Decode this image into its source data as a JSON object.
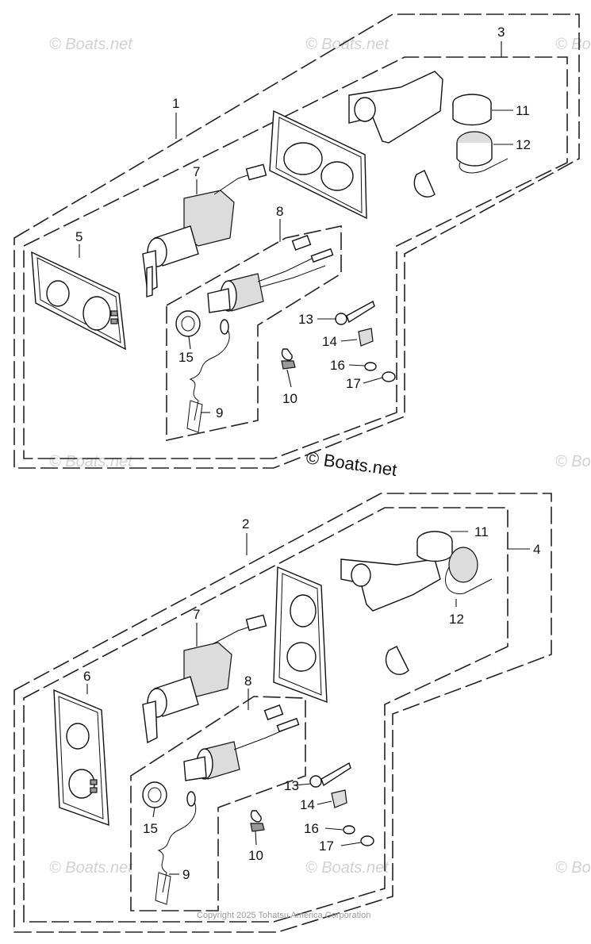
{
  "watermark": {
    "main": "© Boats.net",
    "faint": "© Boats.net"
  },
  "copyright": "Copyright 2025 Tohatsu America Corporation",
  "callouts": {
    "top": {
      "c1": "1",
      "c3": "3",
      "c5": "5",
      "c7": "7",
      "c8": "8",
      "c9": "9",
      "c10": "10",
      "c11": "11",
      "c12": "12",
      "c13": "13",
      "c14": "14",
      "c15": "15",
      "c16": "16",
      "c17": "17"
    },
    "bottom": {
      "c2": "2",
      "c4": "4",
      "c6": "6",
      "c7": "7",
      "c8": "8",
      "c9": "9",
      "c10": "10",
      "c11": "11",
      "c12": "12",
      "c13": "13",
      "c14": "14",
      "c15": "15",
      "c16": "16",
      "c17": "17"
    }
  }
}
